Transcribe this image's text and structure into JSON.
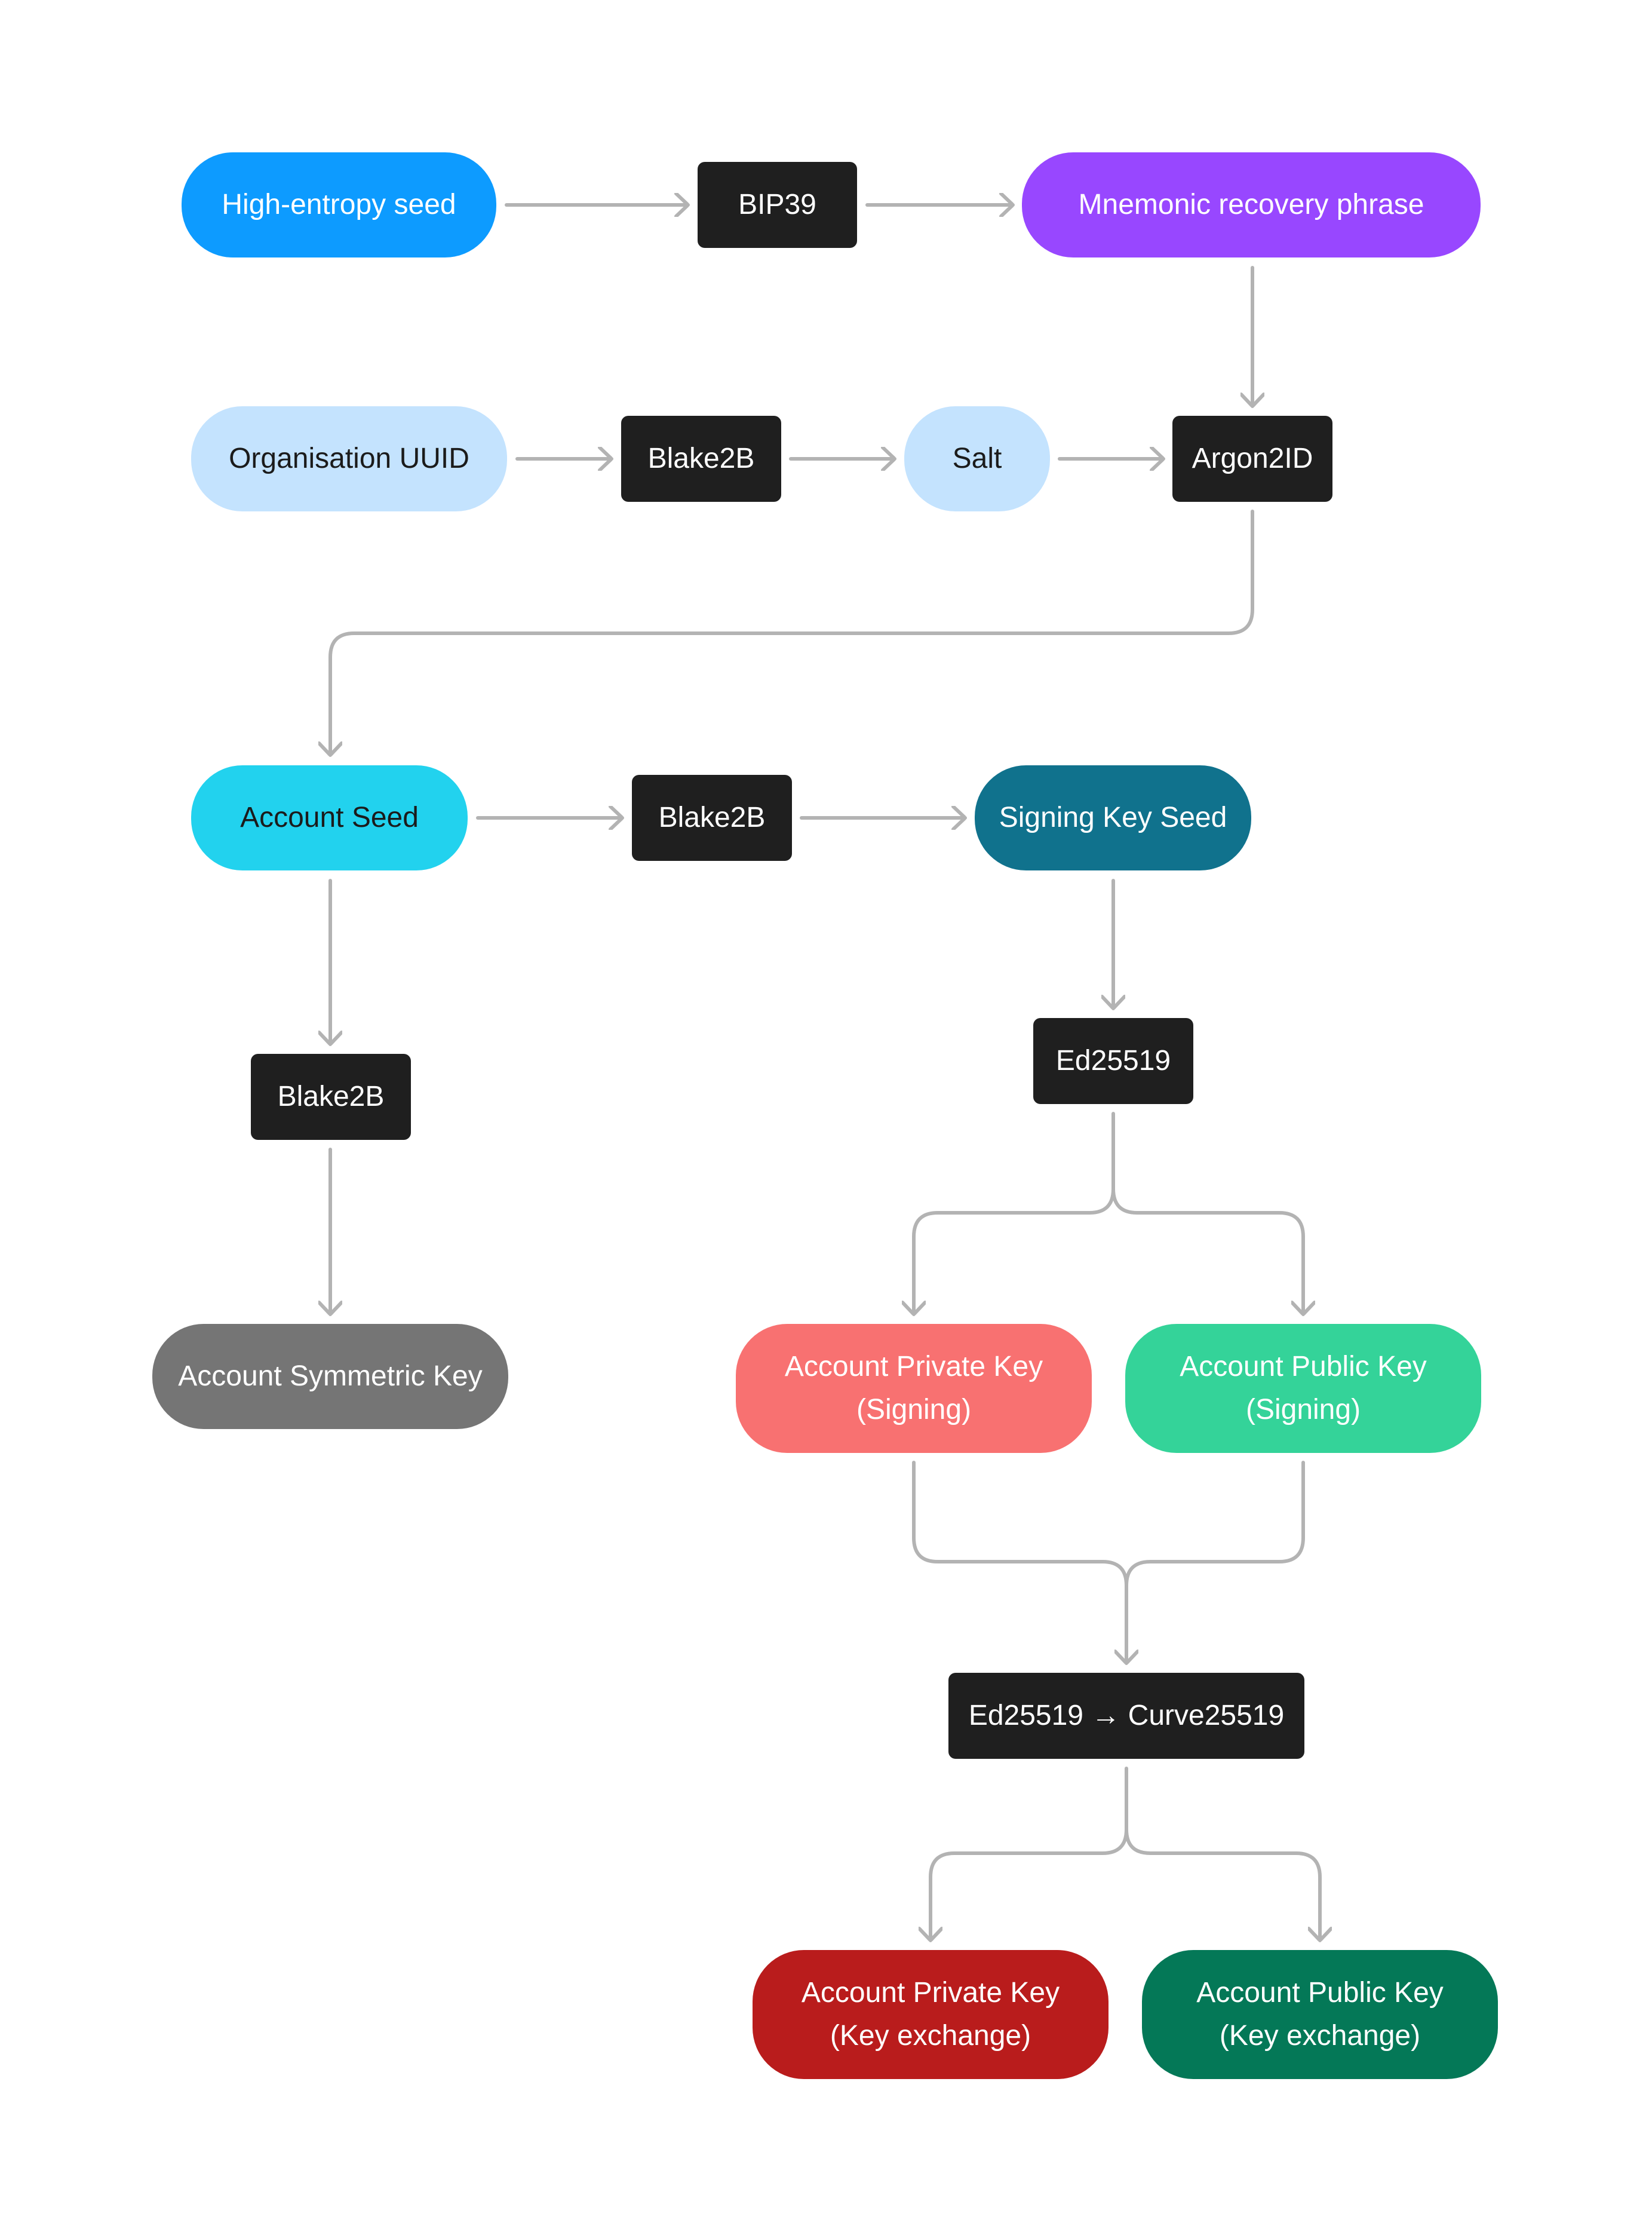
{
  "nodes": {
    "high_entropy_seed": "High-entropy seed",
    "bip39": "BIP39",
    "mnemonic": "Mnemonic recovery phrase",
    "org_uuid": "Organisation UUID",
    "blake2b_1": "Blake2B",
    "salt": "Salt",
    "argon2id": "Argon2ID",
    "account_seed": "Account Seed",
    "blake2b_2": "Blake2B",
    "signing_key_seed": "Signing Key Seed",
    "blake2b_3": "Blake2B",
    "account_symmetric_key": "Account Symmetric Key",
    "ed25519": "Ed25519",
    "private_key_signing": "Account Private Key\n(Signing)",
    "public_key_signing": "Account Public Key\n(Signing)",
    "ed_to_curve": "Ed25519 → Curve25519",
    "private_key_kx": "Account Private Key\n(Key exchange)",
    "public_key_kx": "Account Public Key\n(Key exchange)"
  },
  "colors": {
    "connector": "#b3b3b3",
    "operation_box": "#1f1f1f",
    "high_entropy_seed": "#0d9bff",
    "mnemonic": "#9847ff",
    "light_blue": "#c4e3fe",
    "account_seed": "#22d2ee",
    "signing_key_seed": "#10728d",
    "account_symmetric_key": "#757575",
    "private_key_signing": "#f87171",
    "public_key_signing": "#34d399",
    "private_key_kx": "#b91c1c",
    "public_key_kx": "#047857"
  }
}
